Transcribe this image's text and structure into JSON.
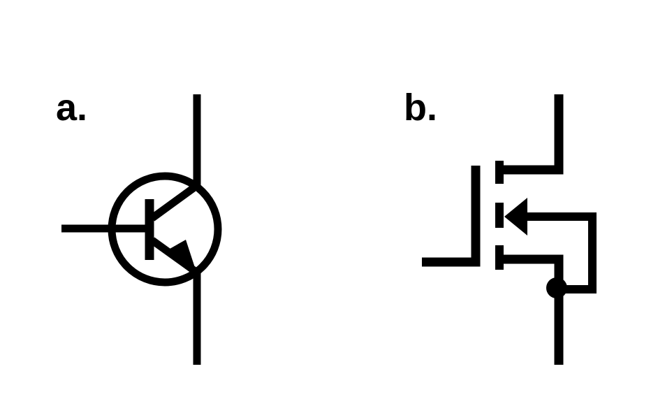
{
  "panels": [
    {
      "label": "a.",
      "symbol": "bipolar-junction-transistor-npn"
    },
    {
      "label": "b.",
      "symbol": "mosfet-n-channel-enhancement"
    }
  ],
  "colors": {
    "stroke": "#000000",
    "background": "#ffffff"
  }
}
